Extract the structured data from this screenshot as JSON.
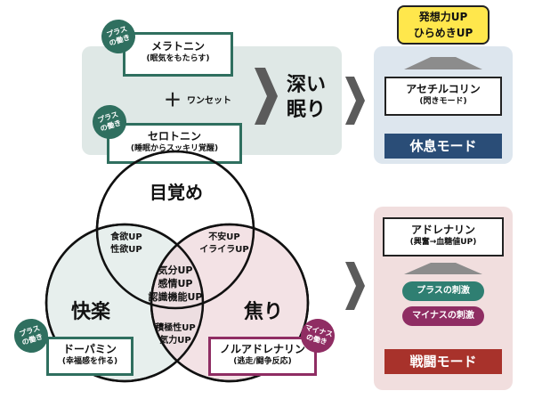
{
  "colors": {
    "accent_green": "#2f6f5f",
    "panel_green": "#dfe8e6",
    "panel_blue": "#dde6ee",
    "panel_pink": "#f1dede",
    "mode_blue": "#2a4d77",
    "mode_red": "#a8322b",
    "highlight_yellow": "#ffe74c",
    "plus_pill": "#2f7f72",
    "minus_pill": "#8f2d63",
    "minus_badge": "#8f2d63"
  },
  "top": {
    "melatonin": {
      "title": "メラトニン",
      "sub": "(眠気をもたらす)",
      "badge_line1": "プラス",
      "badge_line2": "の働き"
    },
    "plus_sign": "＋",
    "one_set": "ワンセット",
    "serotonin": {
      "title": "セロトニン",
      "sub": "(睡眠からスッキリ覚醒)",
      "badge_line1": "プラス",
      "badge_line2": "の働き"
    },
    "deep_sleep_line1": "深い",
    "deep_sleep_line2": "眠り",
    "chevron_icon": "chevron-right-icon"
  },
  "rest_mode": {
    "highlight_line1": "発想力UP",
    "highlight_line2": "ひらめきUP",
    "acetylcholine": {
      "title": "アセチルコリン",
      "sub": "(閃きモード)"
    },
    "label": "休息モード"
  },
  "venn": {
    "top_label": "目覚め",
    "left_label": "快楽",
    "right_label": "焦り",
    "top_left_line1": "食欲UP",
    "top_left_line2": "性欲UP",
    "top_right_line1": "不安UP",
    "top_right_line2": "イライラUP",
    "center_line1": "気分UP",
    "center_line2": "感情UP",
    "center_line3": "認識機能UP",
    "bottom_line1": "積極性UP",
    "bottom_line2": "気力UP"
  },
  "dopamine": {
    "title": "ドーパミン",
    "sub": "(幸福感を作る)",
    "badge_line1": "プラス",
    "badge_line2": "の働き"
  },
  "noradrenaline": {
    "title": "ノルアドレナリン",
    "sub": "(逃走/闘争反応)",
    "badge_line1": "マイナス",
    "badge_line2": "の働き"
  },
  "fight_mode": {
    "adrenaline": {
      "title": "アドレナリン",
      "sub": "(興奮→血糖値UP)"
    },
    "plus_stimulus": "プラスの刺激",
    "minus_stimulus": "マイナスの刺激",
    "label": "戦闘モード"
  }
}
